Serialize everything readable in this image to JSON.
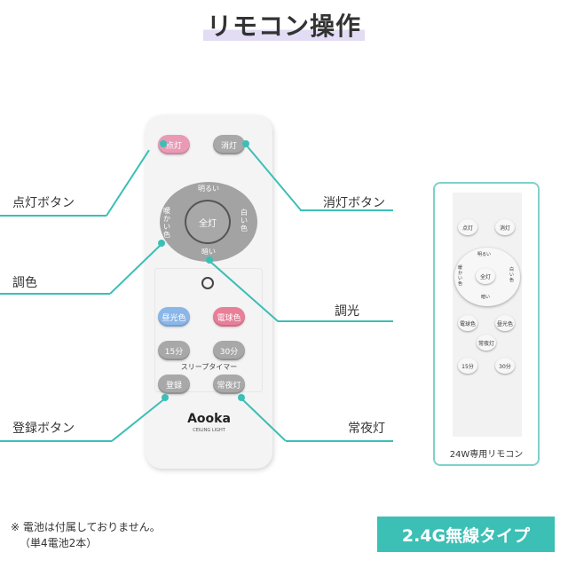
{
  "title": "リモコン操作",
  "remote": {
    "on": "点灯",
    "off": "消灯",
    "brighter": "明るい",
    "warm": "暖かい色",
    "full": "全灯",
    "white": "白い色",
    "darker": "暗い",
    "daylight": "昼光色",
    "bulb": "電球色",
    "t15": "15分",
    "t30": "30分",
    "sleep": "スリープタイマー",
    "register": "登録",
    "night": "常夜灯",
    "brand": "Aooka",
    "brand_sub": "CEILING LIGHT"
  },
  "labels": {
    "on": "点灯ボタン",
    "off": "消灯ボタン",
    "color": "調色",
    "dim": "調光",
    "register": "登録ボタン",
    "night": "常夜灯"
  },
  "small": {
    "on": "点灯",
    "off": "消灯",
    "brighter": "明るい",
    "warm": "暖かい色",
    "full": "全灯",
    "white": "白い色",
    "darker": "暗い",
    "bulb": "電球色",
    "daylight": "昼光色",
    "night": "常夜灯",
    "t15": "15分",
    "t30": "30分",
    "caption": "24W専用リモコン"
  },
  "note": {
    "line1": "※ 電池は付属しておりません。",
    "line2": "（単4電池2本）"
  },
  "badge": "2.4G無線タイプ",
  "colors": {
    "accent": "#3cbfb5",
    "highlight": "#e3dcf5"
  }
}
